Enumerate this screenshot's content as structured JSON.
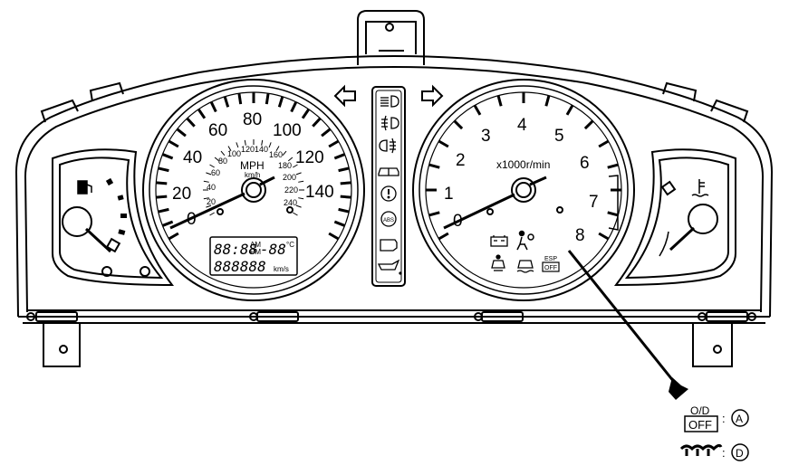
{
  "speedometer": {
    "mph_labels": [
      "0",
      "20",
      "40",
      "60",
      "80",
      "100",
      "120",
      "140"
    ],
    "kmh_labels": [
      "20",
      "40",
      "60",
      "80",
      "100",
      "120",
      "140",
      "160",
      "180",
      "200",
      "220",
      "240"
    ],
    "unit_mph": "MPH",
    "unit_kmh": "km/h"
  },
  "tachometer": {
    "labels": [
      "0",
      "1",
      "2",
      "3",
      "4",
      "5",
      "6",
      "7",
      "8"
    ],
    "unit": "x1000r/min"
  },
  "display": {
    "clock": "88:88",
    "am": "AM",
    "pm": "PM",
    "temp": "-88",
    "temp_unit": "°C",
    "odometer": "888888",
    "odo_unit": "km/s"
  },
  "warning_lamps": [
    {
      "icon": "headlight-high-beam-icon"
    },
    {
      "icon": "front-fog-light-icon"
    },
    {
      "icon": "rear-fog-light-icon"
    },
    {
      "icon": "door-open-icon"
    },
    {
      "icon": "brake-warning-icon"
    },
    {
      "icon": "abs-warning-icon",
      "text": "ABS"
    },
    {
      "icon": "check-engine-icon"
    },
    {
      "icon": "oil-pressure-icon"
    }
  ],
  "tacho_indicators": {
    "esp_top": "ESP",
    "esp_bottom": "OFF"
  },
  "legend": {
    "od_top": "O/D",
    "od_bottom": "OFF",
    "od_marker": "A",
    "glow_marker": "D",
    "separator": ":"
  }
}
